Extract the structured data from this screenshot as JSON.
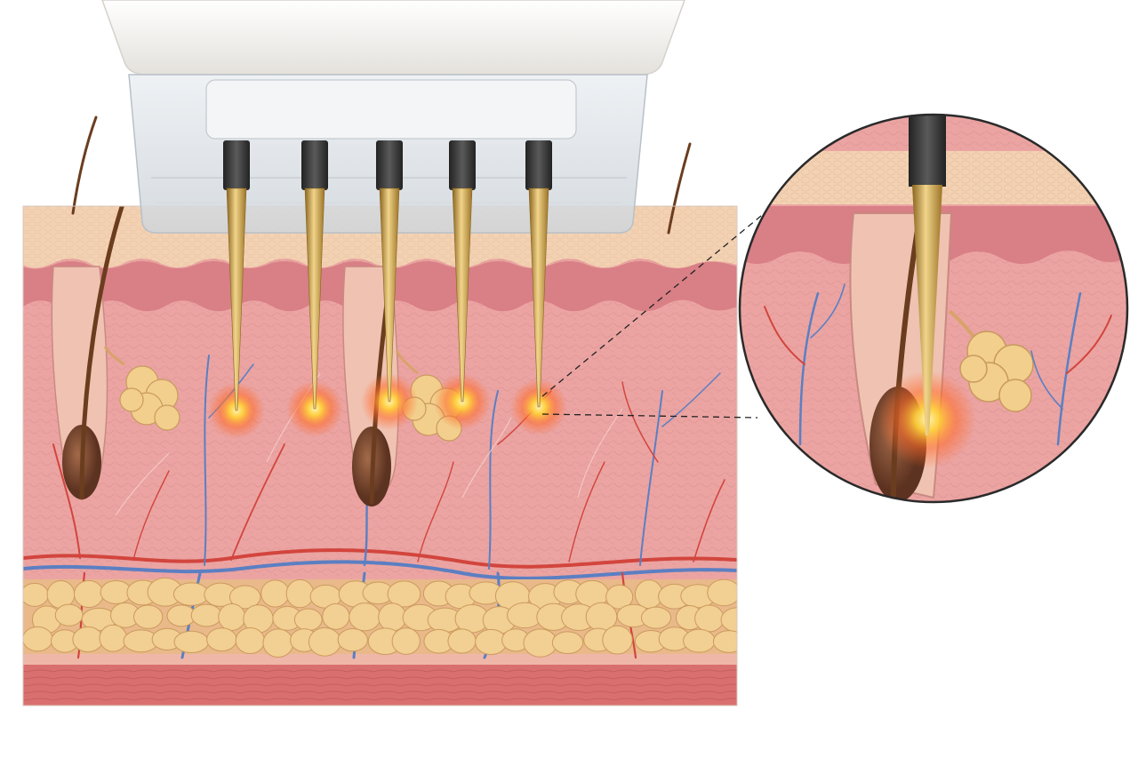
{
  "figure": {
    "structures": [
      {
        "id": "device-housing",
        "icon": "handpiece-icon"
      },
      {
        "id": "needle-cartridge",
        "icon": "cartridge-icon"
      },
      {
        "id": "microneedles",
        "count": 5,
        "icon": "needle-icon"
      },
      {
        "id": "skin-block",
        "layers": [
          "epidermis",
          "papillary-dermis",
          "reticular-dermis",
          "subcutaneous-fat",
          "muscle"
        ]
      },
      {
        "id": "hair-follicles",
        "count": 2
      },
      {
        "id": "sebaceous-glands",
        "count": 2
      },
      {
        "id": "blood-vessels",
        "kinds": [
          "artery",
          "vein"
        ]
      },
      {
        "id": "magnified-inset",
        "icon": "magnify-circle-icon"
      }
    ],
    "heat_spots": 5
  },
  "colors": {
    "epidermis": "#f3d2b3",
    "papillary": "#d97f86",
    "dermis": "#eba4a2",
    "fat": "#f2cf92",
    "fat_outline": "#cc9a5e",
    "muscle": "#d9706f",
    "artery": "#d2453d",
    "vein": "#5b7fc2",
    "needle_gold": "#c9a24a",
    "needle_sleeve": "#3d3d3d",
    "device_body": "#f0eeea",
    "cartridge": "#e3e6ea",
    "heat_core": "#ffcf3a",
    "heat_glow": "#ff6a2a",
    "hair": "#6b3d1f",
    "follicle_bulb": "#7a4a33",
    "sebaceous": "#f2cf8c"
  }
}
